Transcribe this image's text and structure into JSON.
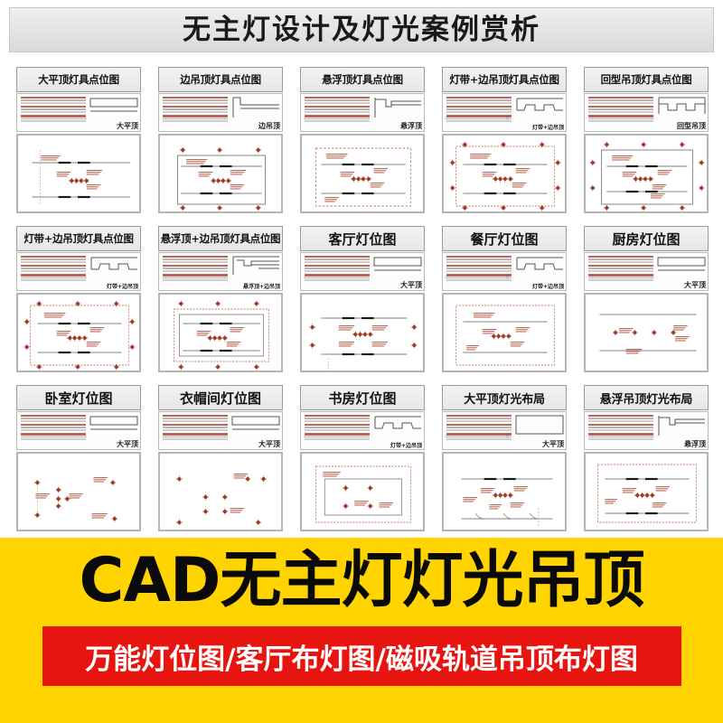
{
  "header": {
    "title": "无主灯设计及灯光案例赏析"
  },
  "cards": [
    {
      "title": "大平顶灯具点位图",
      "profile_label": "大平顶",
      "profile": "flat",
      "plan": "flat",
      "size": "sm"
    },
    {
      "title": "边吊顶灯具点位图",
      "profile_label": "边吊顶",
      "profile": "edge",
      "plan": "edge",
      "size": "sm"
    },
    {
      "title": "悬浮顶灯具点位图",
      "profile_label": "悬浮顶",
      "profile": "float",
      "plan": "float",
      "size": "sm"
    },
    {
      "title": "灯带+边吊顶灯具点位图",
      "profile_label": "灯带+边吊顶",
      "profile": "strip",
      "plan": "strip",
      "size": "xs"
    },
    {
      "title": "回型吊顶灯具点位图",
      "profile_label": "回型吊顶",
      "profile": "loop",
      "plan": "loop",
      "size": "sm"
    },
    {
      "title": "灯带+边吊顶灯具点位图",
      "profile_label": "灯带+边吊顶",
      "profile": "strip",
      "plan": "strip2",
      "size": "xs"
    },
    {
      "title": "悬浮顶+边吊顶灯具点位图",
      "profile_label": "悬浮顶+边吊顶",
      "profile": "floatedge",
      "plan": "floatedge",
      "size": "xs"
    },
    {
      "title": "客厅灯位图",
      "profile_label": "大平顶",
      "profile": "flat",
      "plan": "living",
      "size": "lg"
    },
    {
      "title": "餐厅灯位图",
      "profile_label": "灯带+边吊顶",
      "profile": "strip",
      "plan": "dining",
      "size": "lg"
    },
    {
      "title": "厨房灯位图",
      "profile_label": "大平顶",
      "profile": "flat",
      "plan": "kitchen",
      "size": "lg"
    },
    {
      "title": "卧室灯位图",
      "profile_label": "大平顶",
      "profile": "flat",
      "plan": "bedroom",
      "size": "lg"
    },
    {
      "title": "衣帽间灯位图",
      "profile_label": "大平顶",
      "profile": "flat",
      "plan": "closet",
      "size": "lg"
    },
    {
      "title": "书房灯位图",
      "profile_label": "灯带+边吊顶",
      "profile": "strip",
      "plan": "study",
      "size": "lg"
    },
    {
      "title": "大平顶灯光布局",
      "profile_label": "大平顶",
      "profile": "flatbox",
      "plan": "layout1",
      "size": "md"
    },
    {
      "title": "悬浮吊顶灯光布局",
      "profile_label": "悬浮顶",
      "profile": "float",
      "plan": "layout2",
      "size": "md"
    }
  ],
  "promo": {
    "headline": "CAD无主灯灯光吊顶",
    "subline": "万能灯位图/客厅布灯图/磁吸轨道吊顶布灯图",
    "bg_color": "#ffd400",
    "sub_bg_color": "#e8140f",
    "sub_text_color": "#ffffff"
  }
}
